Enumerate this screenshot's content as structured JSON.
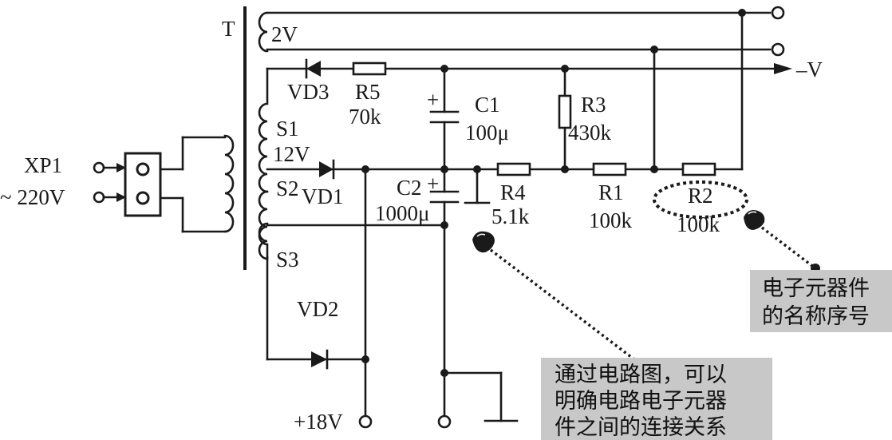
{
  "labels": {
    "transformer": "T",
    "tap_2v": "2V",
    "tap_12v": "12V",
    "neg_v": "–V",
    "vd3": "VD3",
    "vd1": "VD1",
    "vd2": "VD2",
    "r5_name": "R5",
    "r5_value": "70k",
    "c1_name": "C1",
    "c1_value": "100μ",
    "r3_name": "R3",
    "r3_value": "430k",
    "c2_name": "C2",
    "c2_value": "1000μ",
    "r4_name": "R4",
    "r4_value": "5.1k",
    "r1_name": "R1",
    "r1_value": "100k",
    "r2_name": "R2",
    "r2_value": "100k",
    "s1": "S1",
    "s2": "S2",
    "s3": "S3",
    "plug_name": "XP1",
    "plug_voltage": "~ 220V",
    "out_18v": "+18V"
  },
  "notes": {
    "component_name": [
      "电子元器件",
      "的名称序号"
    ],
    "connection": [
      "通过电路图，可以",
      "明确电路电子元器",
      "件之间的连接关系"
    ]
  }
}
